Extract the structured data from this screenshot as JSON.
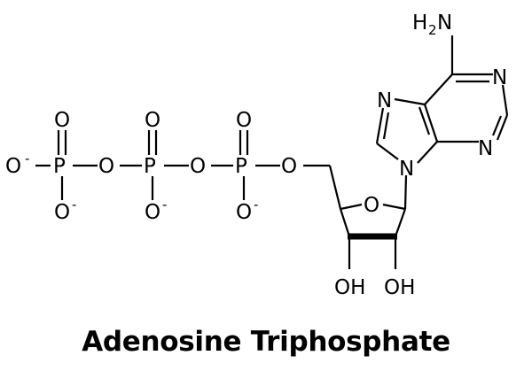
{
  "title": "Adenosine Triphosphate",
  "labels": {
    "O": "O",
    "P": "P",
    "N": "N",
    "OH": "OH",
    "H2N_H": "H",
    "H2N_2": "2",
    "H2N_N": "N",
    "minus": "-"
  }
}
